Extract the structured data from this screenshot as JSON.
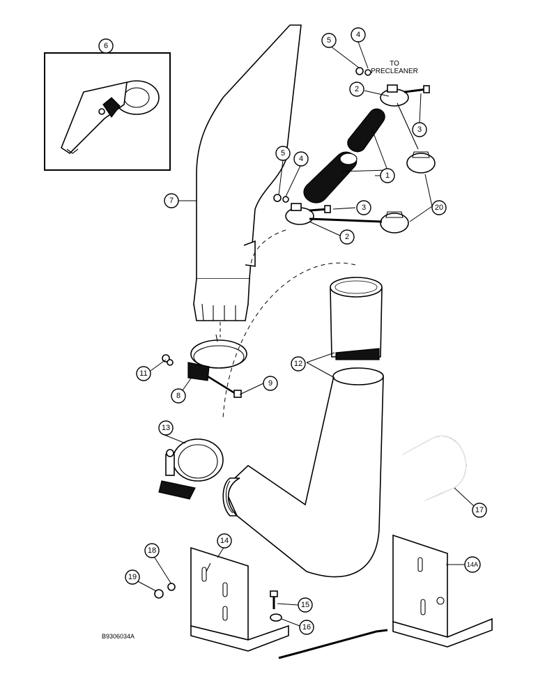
{
  "callouts": {
    "c1": "1",
    "c2a": "2",
    "c2b": "2",
    "c3a": "3",
    "c3b": "3",
    "c4a": "4",
    "c4b": "4",
    "c5a": "5",
    "c5b": "5",
    "c6": "6",
    "c7": "7",
    "c8": "8",
    "c9": "9",
    "c11": "11",
    "c12": "12",
    "c13": "13",
    "c14": "14",
    "c14a": "14A",
    "c15": "15",
    "c16": "16",
    "c17": "17",
    "c18": "18",
    "c19": "19",
    "c20": "20"
  },
  "labels": {
    "to": "TO",
    "precleaner": "PRECLEANER"
  },
  "figure_id": "B9306034A"
}
